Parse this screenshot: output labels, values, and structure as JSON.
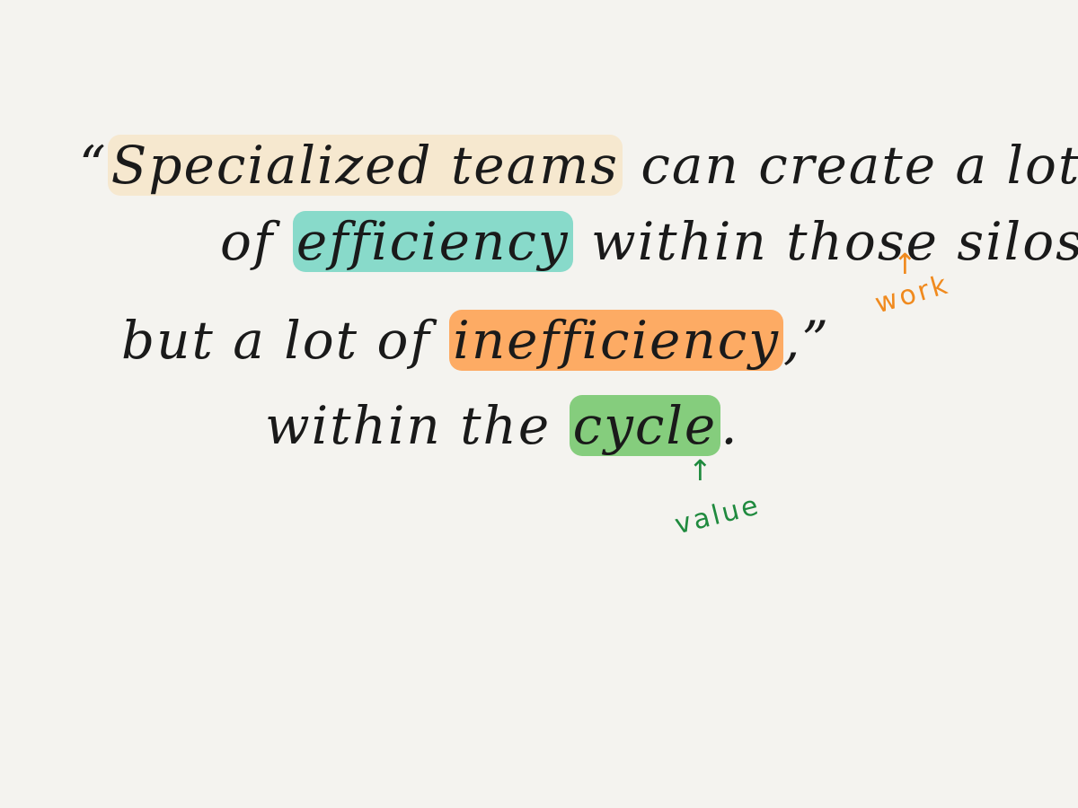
{
  "quote": {
    "line1": {
      "open_quote": "“",
      "highlight": "Specialized teams",
      "rest": " can create a lot"
    },
    "line2": {
      "pre": "of ",
      "highlight": "efficiency",
      "rest": " within those silos"
    },
    "line3": {
      "pre": "but a lot of ",
      "highlight": "inefficiency",
      "close_quote": ",”"
    },
    "line4": {
      "pre": "within the ",
      "highlight": "cycle",
      "end": "."
    }
  },
  "annotations": {
    "work": {
      "label": "work",
      "arrow": "↑",
      "color": "#f08a1e"
    },
    "value": {
      "label": "value",
      "arrow": "↑",
      "color": "#1f8a3e"
    }
  },
  "colors": {
    "background": "#f4f3ef",
    "ink": "#1a1a1a",
    "highlight_cream": "#f8deb4",
    "highlight_teal": "#40c9b0",
    "highlight_orange": "#ff963c",
    "highlight_green": "#5abe50"
  }
}
